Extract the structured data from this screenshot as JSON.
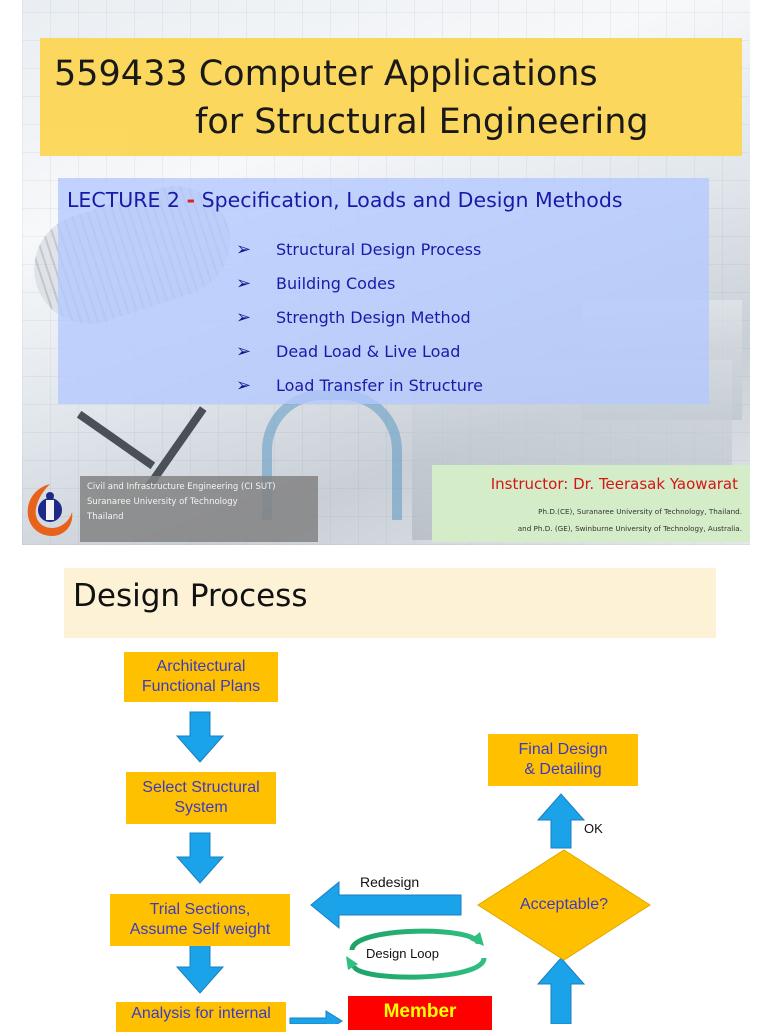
{
  "slide1": {
    "title_line1": "559433 Computer Applications",
    "title_line2": "for Structural Engineering",
    "lecture_prefix": "LECTURE 2",
    "lecture_dash": "-",
    "lecture_subject": "Specification, Loads and Design Methods",
    "bullet_icon": "arrow-right-icon",
    "bullets": [
      "Structural Design Process",
      "Building Codes",
      "Strength Design Method",
      "Dead Load & Live Load",
      "Load Transfer in Structure"
    ],
    "institution": [
      "Civil and Infrastructure Engineering (CI SUT)",
      "Suranaree University of Technology",
      "Thailand"
    ],
    "instructor": "Instructor: Dr. Teerasak Yaowarat",
    "credentials": [
      "Ph.D.(CE), Suranaree University of Technology, Thailand.",
      "and Ph.D. (GE), Swinburne University of Technology, Australia."
    ],
    "colors": {
      "title_bg": "#fcd757",
      "lecture_bg": "#b4c8ff",
      "instructor_bg": "#d4ecc8",
      "instructor_text": "#d41515"
    }
  },
  "slide2": {
    "title": "Design Process",
    "boxes": {
      "architectural": [
        "Architectural",
        "Functional Plans"
      ],
      "select_system": [
        "Select Structural",
        "System"
      ],
      "trial_sections": [
        "Trial Sections,",
        "Assume Self weight"
      ],
      "analysis": [
        "Analysis for internal"
      ],
      "final_design": [
        "Final Design",
        "& Detailing"
      ],
      "member": "Member"
    },
    "decision": "Acceptable?",
    "ok_label": "OK",
    "redesign_label": "Redesign",
    "loop_label": "Design Loop",
    "colors": {
      "box": "#ffc000",
      "box_text": "#3b3bc4",
      "arrow": "#1aa3e8",
      "member_bg": "#ff0000",
      "member_text": "#ffff00"
    }
  }
}
